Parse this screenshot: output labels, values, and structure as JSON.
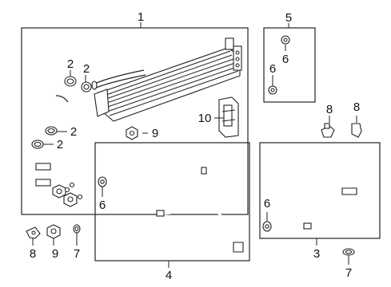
{
  "callouts": {
    "c1": "1",
    "c2a": "2",
    "c2b": "2",
    "c2c": "2",
    "c2d": "2",
    "c3": "3",
    "c4": "4",
    "c5": "5",
    "c6a": "6",
    "c6b": "6",
    "c6c": "6",
    "c6d": "6",
    "c7a": "7",
    "c7b": "7",
    "c8a": "8",
    "c8b": "8",
    "c8c": "8",
    "c9a": "9",
    "c9b": "9",
    "c10": "10"
  }
}
